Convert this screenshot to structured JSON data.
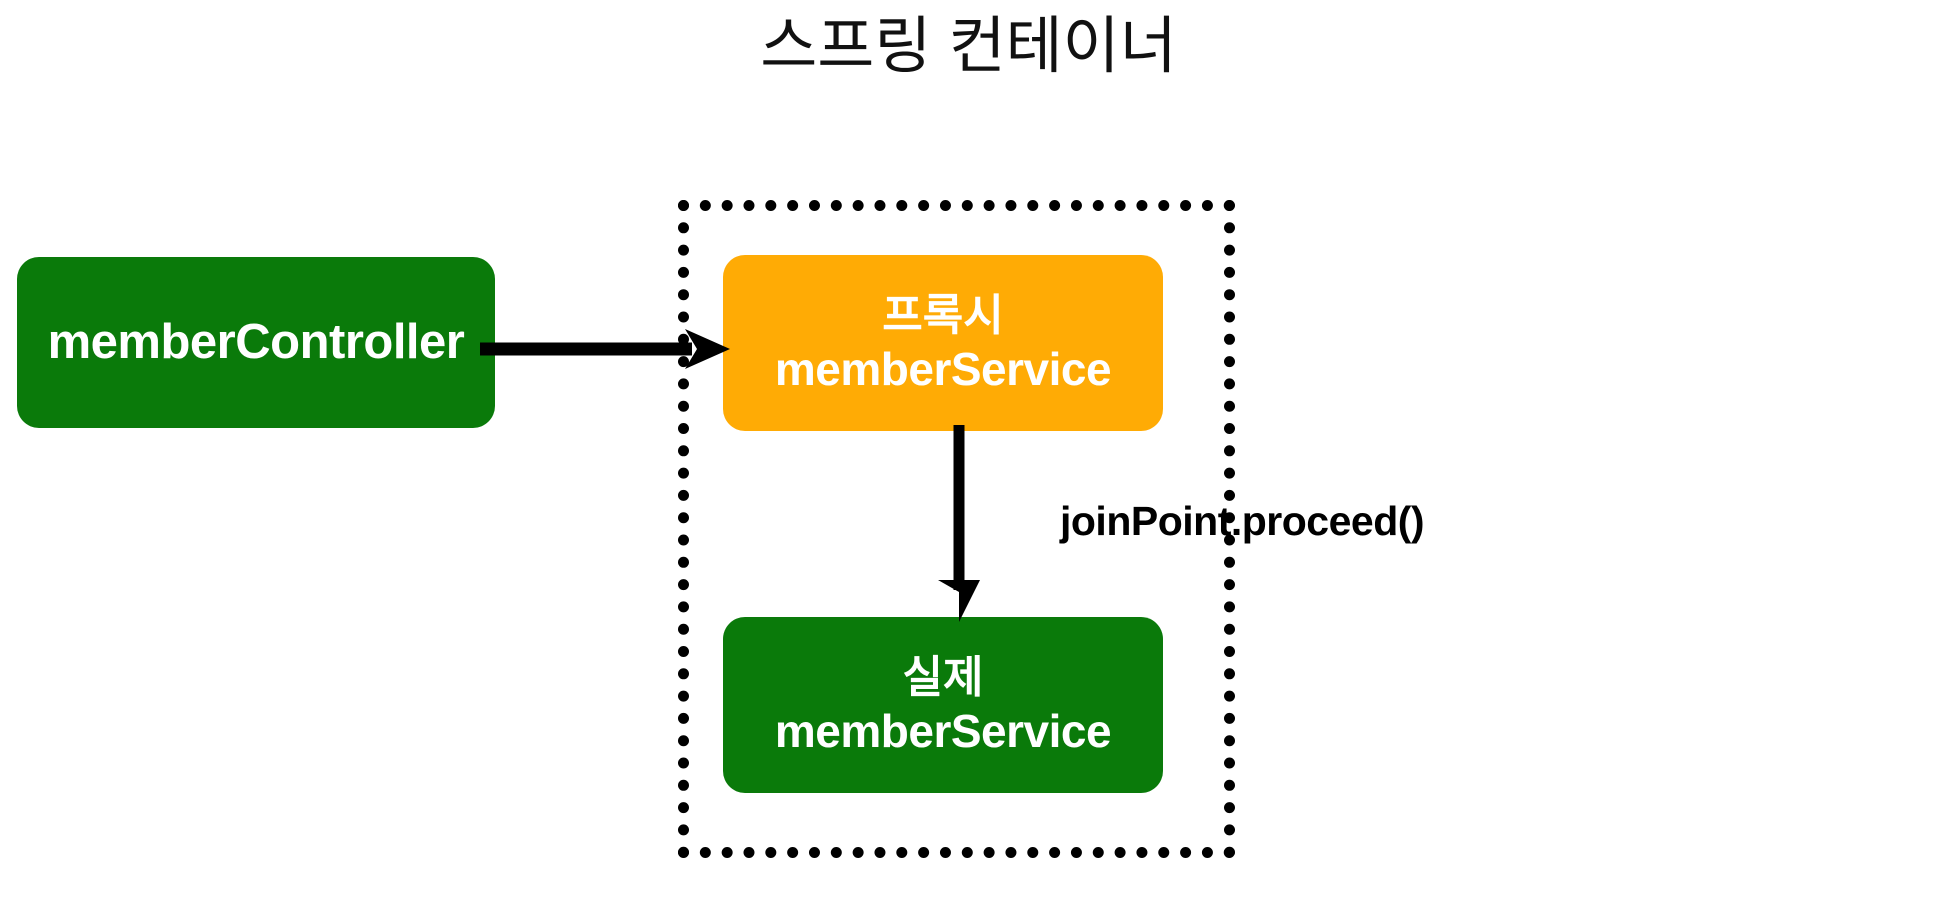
{
  "diagram": {
    "title": "스프링 컨테이너",
    "container": {
      "label": "spring-container-boundary",
      "border_style": "dotted",
      "border_color": "#000000"
    },
    "nodes": [
      {
        "id": "member-controller",
        "line1": "",
        "line2": "memberController",
        "fill": "#0a7a0a",
        "text_color": "#ffffff"
      },
      {
        "id": "proxy-member-service",
        "line1": "프록시",
        "line2": "memberService",
        "fill": "#ffab05",
        "text_color": "#ffffff"
      },
      {
        "id": "real-member-service",
        "line1": "실제",
        "line2": "memberService",
        "fill": "#0a7a0a",
        "text_color": "#ffffff"
      }
    ],
    "edges": [
      {
        "id": "controller-to-proxy",
        "from": "member-controller",
        "to": "proxy-member-service",
        "label": "",
        "color": "#000000"
      },
      {
        "id": "proxy-to-real",
        "from": "proxy-member-service",
        "to": "real-member-service",
        "label": "joinPoint.proceed()",
        "color": "#000000"
      }
    ],
    "annotations": [
      {
        "id": "joinpoint-proceed",
        "text": "joinPoint.proceed()",
        "color": "#000000"
      }
    ],
    "colors": {
      "green": "#0a7a0a",
      "orange": "#ffab05",
      "black": "#000000",
      "white": "#ffffff",
      "background": "#ffffff"
    }
  }
}
